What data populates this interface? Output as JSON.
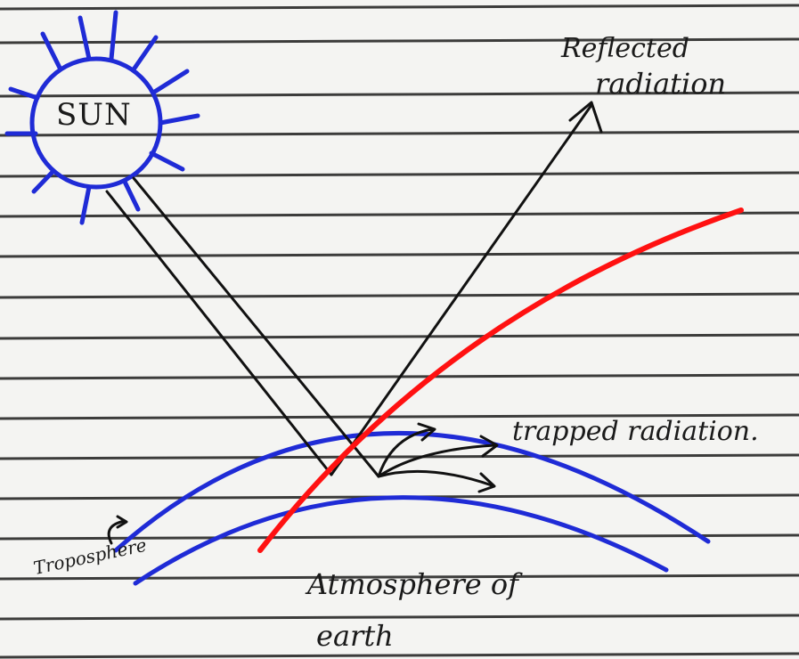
{
  "labels": {
    "sun": "SUN",
    "reflected_line1": "Reflected",
    "reflected_line2": "radiation",
    "trapped": "trapped radiation.",
    "troposphere": "Troposphere",
    "atmosphere_line1": "Atmosphere of",
    "atmosphere_line2": "earth"
  },
  "colors": {
    "paper": "#f4f4f2",
    "ruled_line": "#1c1c1c",
    "sun": "#1f2bd6",
    "atmosphere": "#1f2bd6",
    "ray": "#111111",
    "red_line": "#ff1111"
  },
  "icons": {
    "sun": "sun-icon",
    "arrow": "arrow-head-icon"
  }
}
